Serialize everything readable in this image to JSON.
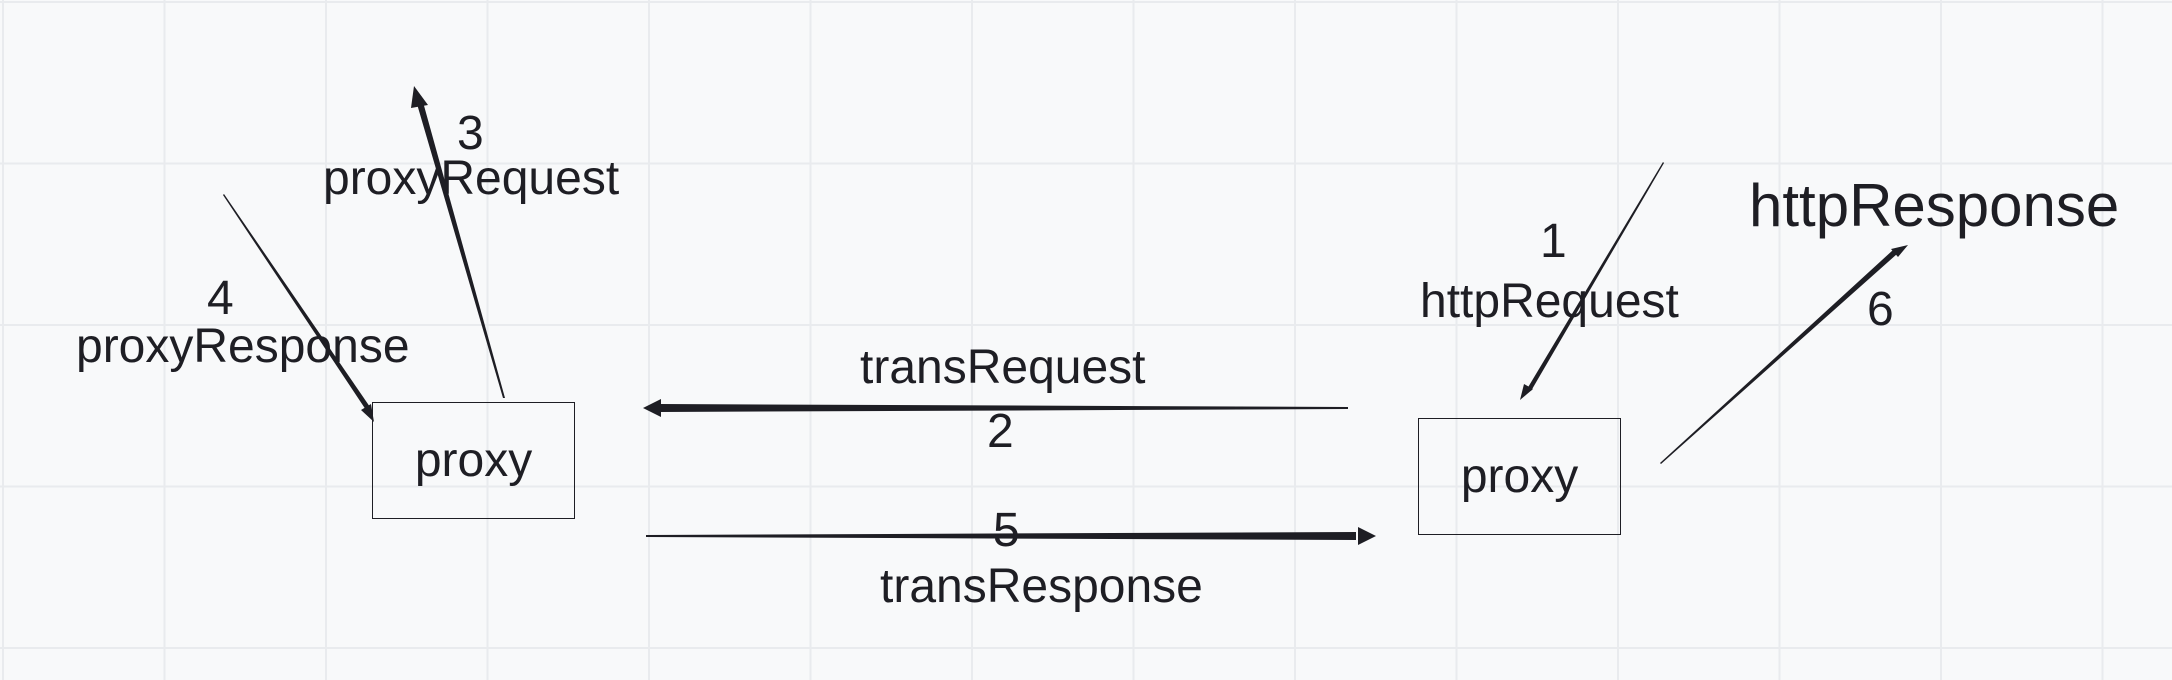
{
  "nodes": {
    "left_proxy": {
      "label": "proxy"
    },
    "right_proxy": {
      "label": "proxy"
    }
  },
  "edges": {
    "http_request": {
      "step": "1",
      "label": "httpRequest"
    },
    "trans_request": {
      "step": "2",
      "label": "transRequest"
    },
    "proxy_request": {
      "step": "3",
      "label": "proxyRequest"
    },
    "proxy_response": {
      "step": "4",
      "label": "proxyResponse"
    },
    "trans_response": {
      "step": "5",
      "label": "transResponse"
    },
    "http_response": {
      "step": "6",
      "label": "httpResponse"
    }
  },
  "colors": {
    "background": "#f8f9fa",
    "grid": "#e9ebee",
    "stroke": "#1e1e24"
  }
}
